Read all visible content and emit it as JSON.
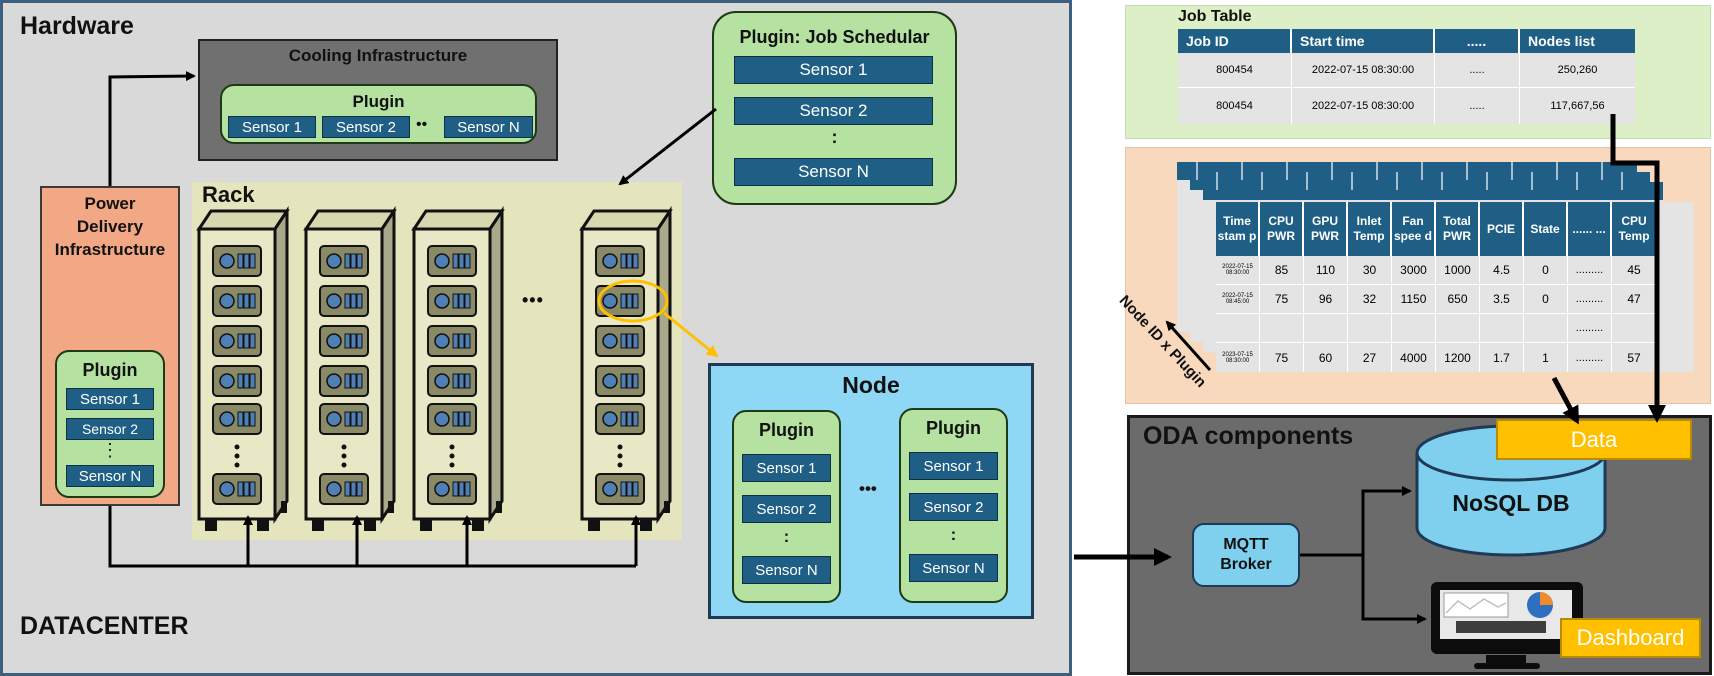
{
  "datacenter": {
    "hardware_label": "Hardware",
    "datacenter_label": "DATACENTER",
    "cooling": {
      "title": "Cooling Infrastructure",
      "plugin_title": "Plugin",
      "sensors": [
        "Sensor 1",
        "Sensor 2",
        "Sensor N"
      ],
      "ellipsis": "••"
    },
    "power": {
      "title_lines": [
        "Power",
        "Delivery",
        "Infrastructure"
      ],
      "plugin_title": "Plugin",
      "sensors": [
        "Sensor 1",
        "Sensor 2",
        "Sensor N"
      ],
      "ellipsis": "⋮"
    },
    "job_scheduler": {
      "title": "Plugin: Job Schedular",
      "sensors": [
        "Sensor 1",
        "Sensor 2",
        "Sensor N"
      ],
      "ellipsis": ":"
    },
    "rack": {
      "title": "Rack",
      "ellipsis": "•••"
    },
    "node": {
      "title": "Node",
      "ellipsis": "•••",
      "plugins": [
        {
          "title": "Plugin",
          "sensors": [
            "Sensor 1",
            "Sensor 2",
            "Sensor N"
          ],
          "ellipsis": ":"
        },
        {
          "title": "Plugin",
          "sensors": [
            "Sensor 1",
            "Sensor 2",
            "Sensor N"
          ],
          "ellipsis": ":"
        }
      ]
    }
  },
  "job_table": {
    "title": "Job Table",
    "headers": [
      "Job ID",
      "Start time",
      ".....",
      "Nodes list"
    ],
    "rows": [
      [
        "800454",
        "2022-07-15 08:30:00",
        ".....",
        "250,260"
      ],
      [
        "800454",
        "2022-07-15 08:30:00",
        ".....",
        "117,667,56"
      ]
    ]
  },
  "sensor_table": {
    "headers": [
      "Time stam p",
      "CPU PWR",
      "GPU PWR",
      "Inlet Temp",
      "Fan spee d",
      "Total PWR",
      "PCIE",
      "State",
      "...... ...",
      "CPU Temp"
    ],
    "rows": [
      [
        "2022-07-15 08:30:00",
        "85",
        "110",
        "30",
        "3000",
        "1000",
        "4.5",
        "0",
        ".........",
        "45"
      ],
      [
        "2022-07-15 08:45:00",
        "75",
        "96",
        "32",
        "1150",
        "650",
        "3.5",
        "0",
        ".........",
        "47"
      ],
      [
        "",
        "",
        "",
        "",
        "",
        "",
        "",
        "",
        ".........",
        ""
      ],
      [
        "2023-07-15 08:30:00",
        "75",
        "60",
        "27",
        "4000",
        "1200",
        "1.7",
        "1",
        ".........",
        "57"
      ]
    ],
    "axis_label": "Node ID x Plugin"
  },
  "oda": {
    "title": "ODA components",
    "mqtt": "MQTT Broker",
    "db": "NoSQL DB",
    "data_label": "Data",
    "dashboard_label": "Dashboard"
  },
  "colors": {
    "datacenter_bg": "#d9d9d9",
    "frame_blue": "#3b5f7d",
    "sensor_blue": "#1f5f85",
    "plugin_green": "#b6e2a1",
    "power_orange": "#f2a884",
    "rack_khaki": "#e4e4bd",
    "node_blue": "#8fd8f5",
    "oda_gray": "#6b6b6b",
    "yellow": "#ffc000",
    "jobtable_green": "#dcefc6",
    "sensortable_peach": "#f8d9bd",
    "header_teal": "#1f5f85"
  }
}
